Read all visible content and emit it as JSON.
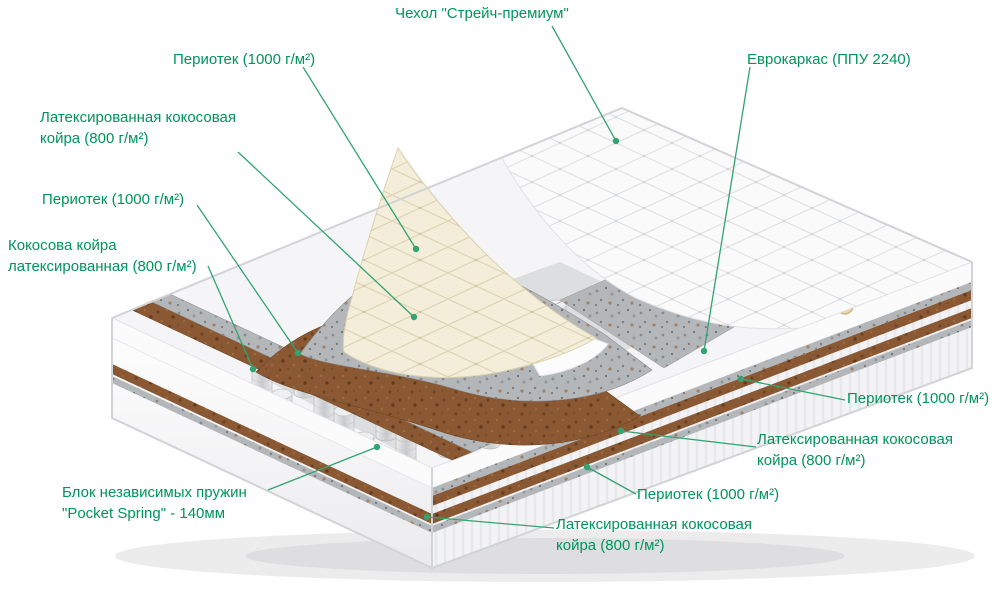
{
  "diagram": {
    "type": "mattress-layer-structure",
    "labels": {
      "cover": "Чехол \"Стрейч-премиум\"",
      "periotek_top": "Периотек (1000 г/м²)",
      "eurocarcass": "Еврокаркас (ППУ 2240)",
      "latex_coir_left": "Латексированная кокосовая койра (800 г/м²)",
      "periotek_left": "Периотек (1000 г/м²)",
      "coir_latex_left": "Кокосова койра латексированная (800 г/м²)",
      "pocket_spring": "Блок независимых пружин \"Pocket Spring\" - 140мм",
      "periotek_right": "Периотек (1000 г/м²)",
      "latex_coir_right": "Латексированная кокосовая койра (800 г/м²)",
      "periotek_bottom": "Периотек (1000 г/м²)",
      "latex_coir_bottom": "Латексированная кокосовая койра (800 г/м²)"
    },
    "colors": {
      "label": "#00945c",
      "leader": "#33a372",
      "coir": "#8a5833",
      "felt": "#b4b7b9",
      "cream": "#f3edda",
      "cover_fabric": "#fafafb"
    }
  }
}
